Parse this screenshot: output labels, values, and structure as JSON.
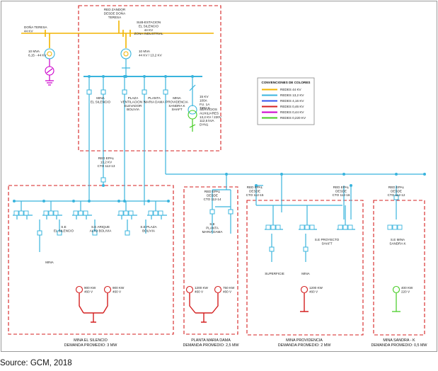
{
  "top": {
    "source_label": "RED ZANDOR\nDESDE DOÑA\nTERESA",
    "substation_label": "SUB-ESTACION\nEL SILENCIO\n44 KV\nZONA INDUSTRIAL",
    "dona_label": "DOÑA TERESA\n44 KV",
    "left_transformer": "10 MVA\n6,15 - 44 KV",
    "main_transformer": "10 MVA\n44 KV / 13,2 KV",
    "aux_fuse": "15 KV\n100A\nFU. 1A\nTIPO K",
    "aux_transformer": "SERVICIOS\nAUXILIARES\n13,2 KV / 220V\n112,5 kVA\nDYN1"
  },
  "feeders": [
    "MINA\nEL SILENCIO",
    "PLAZA\nVENTILACION Y\nELEVADOR\nBOLIVIA",
    "PLANTA\nMARIA DAMA",
    "MINA\nPROVIDENCIA\nSANDRA K\nSHAFT"
  ],
  "legend": {
    "title": "CONVENCIONES DE COLORES",
    "items": [
      {
        "label": "REDES 44 KV",
        "color": "#f2b400"
      },
      {
        "label": "REDES 13,2 KV",
        "color": "#39b4dd"
      },
      {
        "label": "REDES 4,16 KV",
        "color": "#3355ee"
      },
      {
        "label": "REDES 0,46 KV",
        "color": "#d42020"
      },
      {
        "label": "REDES 0,44 KV",
        "color": "#cc00cc"
      },
      {
        "label": "REDES 0,220 KV",
        "color": "#44cc22"
      }
    ]
  },
  "networks": {
    "epal_main": "RED EPAL\n13,2 KV\nCTO 112-13",
    "epal_planta": "RED EPAL\nDESDE\nCTO 112-14",
    "epal_prov1": "RED EPAL\nDESDE\nCTO 112-15",
    "epal_prov2": "RED EPAL\nDESDE\nCTO 112-16",
    "epal_sandra": "RED EPAL\nDESDE\nCTO 112-12"
  },
  "substations": {
    "se_silencio": "S.E\nEL SILENCIO",
    "se_arique": "S.E ARIQUE\nALTO BOLIVIA",
    "se_plaza": "S.E PLAZA\nBOLIVIA",
    "se_planta": "S.E\nPLANTA\nMARIA DAMA",
    "se_proyecto": "S.E PROYECTO\nSHAFT",
    "se_sandra": "S.E MINA\nSANDRA K"
  },
  "loads": {
    "mina": "MINA",
    "superficie": "SUPERFICIE",
    "mina_prov": "MINA"
  },
  "generators": {
    "g1": "900 KW\n460 V",
    "g2": "900 KW\n460 V",
    "g3": "1200 KW\n460 V",
    "g4": "750 KW\n460 V",
    "g5": "1200 KW\n460 V",
    "g6": "400 KW\n220 V"
  },
  "areas": [
    {
      "name": "MINA EL SILENCIO",
      "demand": "DEMANDA PROMEDIO: 3 MW"
    },
    {
      "name": "PLANTA MARIA DAMA",
      "demand": "DEMANDA PROMEDIO: 2,5 MW"
    },
    {
      "name": "MINA PROVIDENCIA",
      "demand": "DEMANDA PROMEDIO: 2 MW"
    },
    {
      "name": "MINA SANDRA - K",
      "demand": "DEMANDA PROMEDIO: 0,5 MW"
    }
  ],
  "source": "Source: GCM, 2018"
}
